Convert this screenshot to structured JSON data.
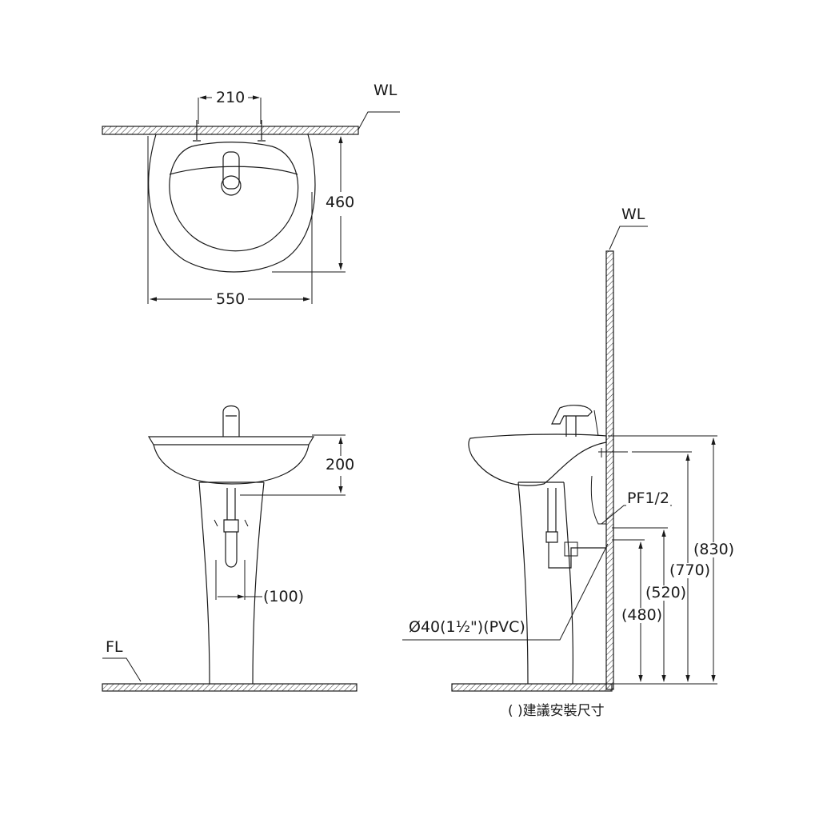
{
  "top_view": {
    "wall_label": "WL",
    "faucet_spacing": "210",
    "depth": "460",
    "width": "550"
  },
  "front_view": {
    "bowl_height": "200",
    "trap_offset": "(100)",
    "floor_label": "FL"
  },
  "side_view": {
    "wall_label": "WL",
    "supply_connection": "PF1/2",
    "drain_pipe": "Ø40(1½\")(PVC)",
    "heights": [
      "(830)",
      "(770)",
      "(520)",
      "(480)"
    ],
    "footnote": "( )建議安裝尺寸"
  }
}
